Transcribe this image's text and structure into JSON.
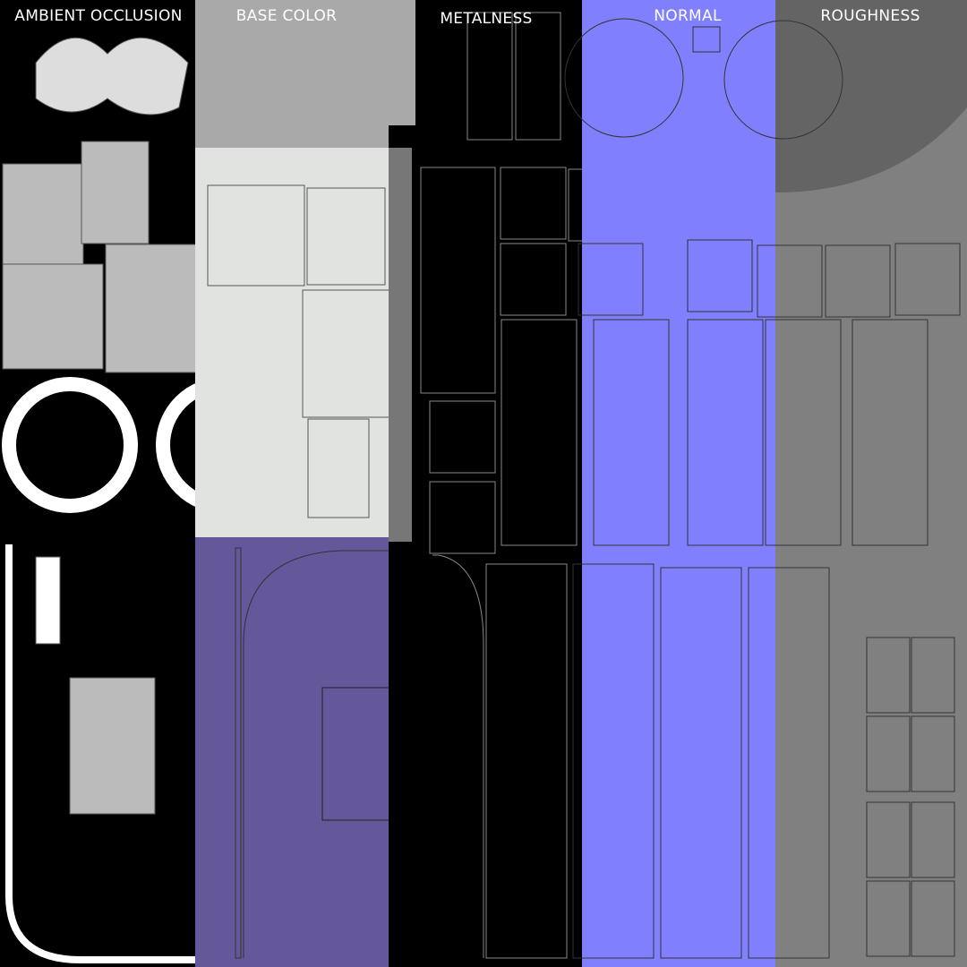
{
  "labels": {
    "ao": "AMBIENT OCCLUSION",
    "base_color": "BASE COLOR",
    "metalness": "METALNESS",
    "normal": "NORMAL",
    "roughness": "ROUGHNESS"
  },
  "colors": {
    "ao_bg": "#000000",
    "base_top": "#a9a9a9",
    "base_mid": "#e1e3e1",
    "base_bottom": "#64579a",
    "metal_bg": "#000000",
    "normal_bg": "#8080fe",
    "rough_bg": "#808080",
    "rough_dark": "#646464"
  }
}
